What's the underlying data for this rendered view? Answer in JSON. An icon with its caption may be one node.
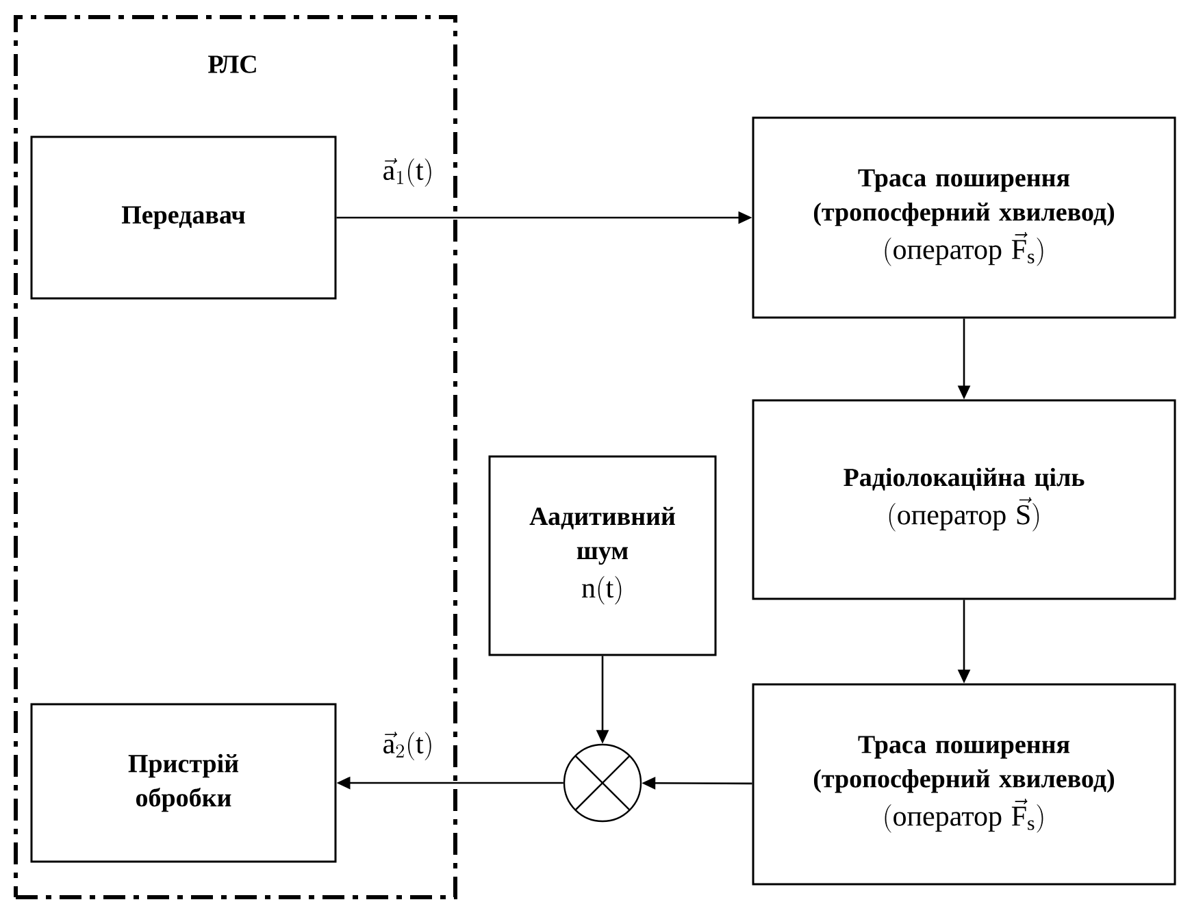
{
  "diagram": {
    "nodes": [
      {
        "text": [
          "РЛС"
        ]
      },
      {
        "text": [
          "Передавач"
        ],
        "in": 0
      },
      {
        "text": [
          "Траса поширення (тропосферний хвилевод)",
          "(\\mbox{оператор }\\vec{\\mathrm{F}}_{\\mathrm{s}})"
        ]
      },
      {
        "text": [
          "Радіолокаційна ціль",
          "(\\mbox{оператор }\\vec{\\mathrm{S}})"
        ]
      },
      {
        "text": [
          "Аадитивний шум",
          "\\mathrm{n}(\\mathrm{t})"
        ]
      },
      {
        "text": [
          "Траса поширення (тропосферний хвилевод)",
          "(\\mbox{оператор }\\vec{\\mathrm{F}}_{\\mathrm{s}})"
        ]
      },
      {
        "text": [
          "Пристрій обробки"
        ],
        "in": 0
      },
      {
        "text": [],
        "shape": "circle"
      }
    ],
    "edges": [
      {
        "from": 1,
        "to": 2,
        "arrow": "to",
        "label": "\\vec{\\mathrm{a}}_1(\\mathrm{t})"
      },
      {
        "from": 2,
        "to": 3,
        "arrow": "to"
      },
      {
        "from": 3,
        "to": 5,
        "arrow": "to"
      },
      {
        "from": 5,
        "to": 7,
        "arrow": "to"
      },
      {
        "from": 4,
        "to": 7,
        "arrow": "to"
      },
      {
        "from": 7,
        "to": 6,
        "arrow": "to",
        "label": "\\vec{\\mathrm{a}}_2(\\mathrm{t})"
      }
    ]
  }
}
